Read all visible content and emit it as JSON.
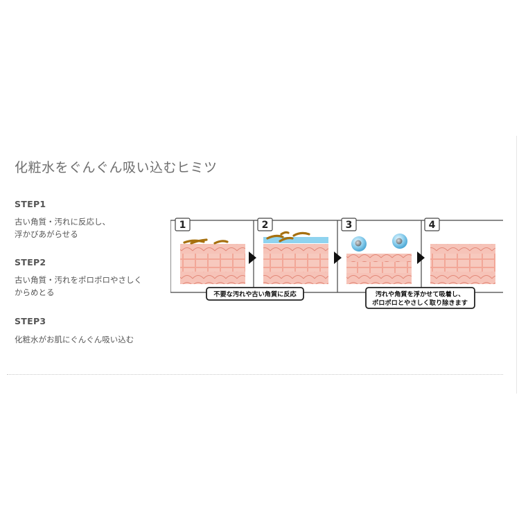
{
  "title": "化粧水をぐんぐん吸い込むヒミツ",
  "steps": [
    {
      "label": "STEP1",
      "text": "古い角質・汚れに反応し、\n浮かびあがらせる"
    },
    {
      "label": "STEP2",
      "text": "古い角質・汚れをポロポロやさしく\nからめとる"
    },
    {
      "label": "STEP3",
      "text": "化粧水がお肌にぐんぐん吸い込む"
    }
  ],
  "diagram": {
    "panels": [
      {
        "number": "1"
      },
      {
        "number": "2"
      },
      {
        "number": "3"
      },
      {
        "number": "4"
      }
    ],
    "callouts": [
      {
        "lines": [
          "不要な汚れや古い角質に反応"
        ]
      },
      {
        "lines": [
          "汚れや角質を浮かせて吸着し、",
          "ポロポロとやさしく取り除きます"
        ]
      }
    ],
    "colors": {
      "skin_light": "#fbe1da",
      "skin_mid": "#f4b7aa",
      "skin_line": "#e38878",
      "dirt": "#a6700f",
      "gel": "#8fd3ef",
      "bubble": "#79c6e8",
      "border": "#444444"
    }
  }
}
